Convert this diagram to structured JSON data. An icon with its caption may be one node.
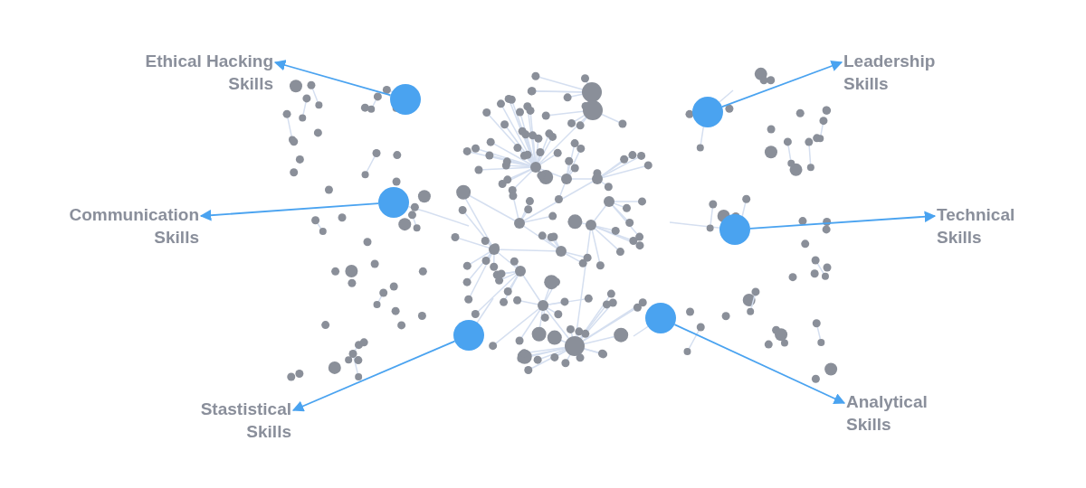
{
  "diagram": {
    "nodes": [
      {
        "text": [
          "Ethical Hacking Skills"
        ]
      },
      {
        "text": [],
        "shape": "circle"
      },
      {
        "text": [
          "Leadership Skills"
        ]
      },
      {
        "text": [],
        "shape": "circle"
      },
      {
        "text": [
          "Communication Skills"
        ]
      },
      {
        "text": [],
        "shape": "circle"
      },
      {
        "text": [
          "Technical Skills"
        ]
      },
      {
        "text": [],
        "shape": "circle"
      },
      {
        "text": [],
        "shape": "circle"
      },
      {
        "text": [],
        "shape": "circle"
      },
      {
        "text": [
          "Stastistical Skills"
        ]
      },
      {
        "text": [
          "Analytical Skills"
        ]
      }
    ],
    "edges": [
      {
        "from": 1,
        "to": 0,
        "arrow": "to"
      },
      {
        "from": 3,
        "to": 2,
        "arrow": "to"
      },
      {
        "from": 5,
        "to": 4,
        "arrow": "to"
      },
      {
        "from": 7,
        "to": 6,
        "arrow": "to"
      },
      {
        "from": 8,
        "to": 11,
        "arrow": "to"
      },
      {
        "from": 9,
        "to": 10,
        "arrow": "to"
      }
    ]
  }
}
